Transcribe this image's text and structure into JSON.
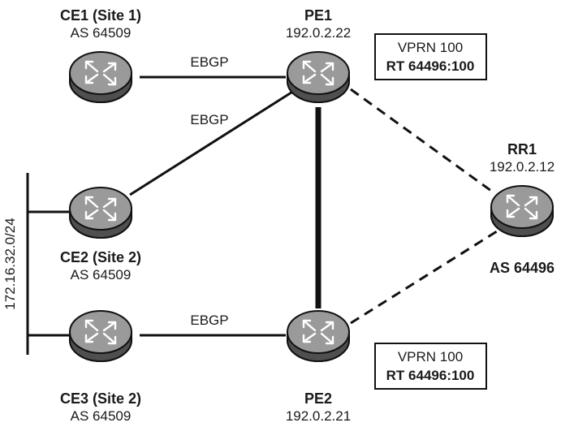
{
  "routers": {
    "ce1": {
      "name": "CE1 (Site 1)",
      "info": "AS 64509",
      "icon": "router-icon"
    },
    "pe1": {
      "name": "PE1",
      "info": "192.0.2.22",
      "icon": "router-icon"
    },
    "rr1": {
      "name": "RR1",
      "info": "192.0.2.12",
      "as": "AS 64496",
      "icon": "router-icon"
    },
    "ce2": {
      "name": "CE2 (Site 2)",
      "info": "AS 64509",
      "icon": "router-icon"
    },
    "ce3": {
      "name": "CE3 (Site 2)",
      "info": "AS 64509",
      "icon": "router-icon"
    },
    "pe2": {
      "name": "PE2",
      "info": "192.0.2.21",
      "icon": "router-icon"
    }
  },
  "links": {
    "ce1_pe1": "EBGP",
    "ce2_pe1": "EBGP",
    "ce3_pe2": "EBGP"
  },
  "lan_subnet": "172.16.32.0/24",
  "vprn_boxes": {
    "pe1": {
      "line1": "VPRN 100",
      "line2": "RT 64496:100"
    },
    "pe2": {
      "line1": "VPRN 100",
      "line2": "RT 64496:100"
    }
  },
  "colors": {
    "router_top": "#8c8c8c",
    "router_side": "#5a5a5a",
    "line": "#111111"
  }
}
